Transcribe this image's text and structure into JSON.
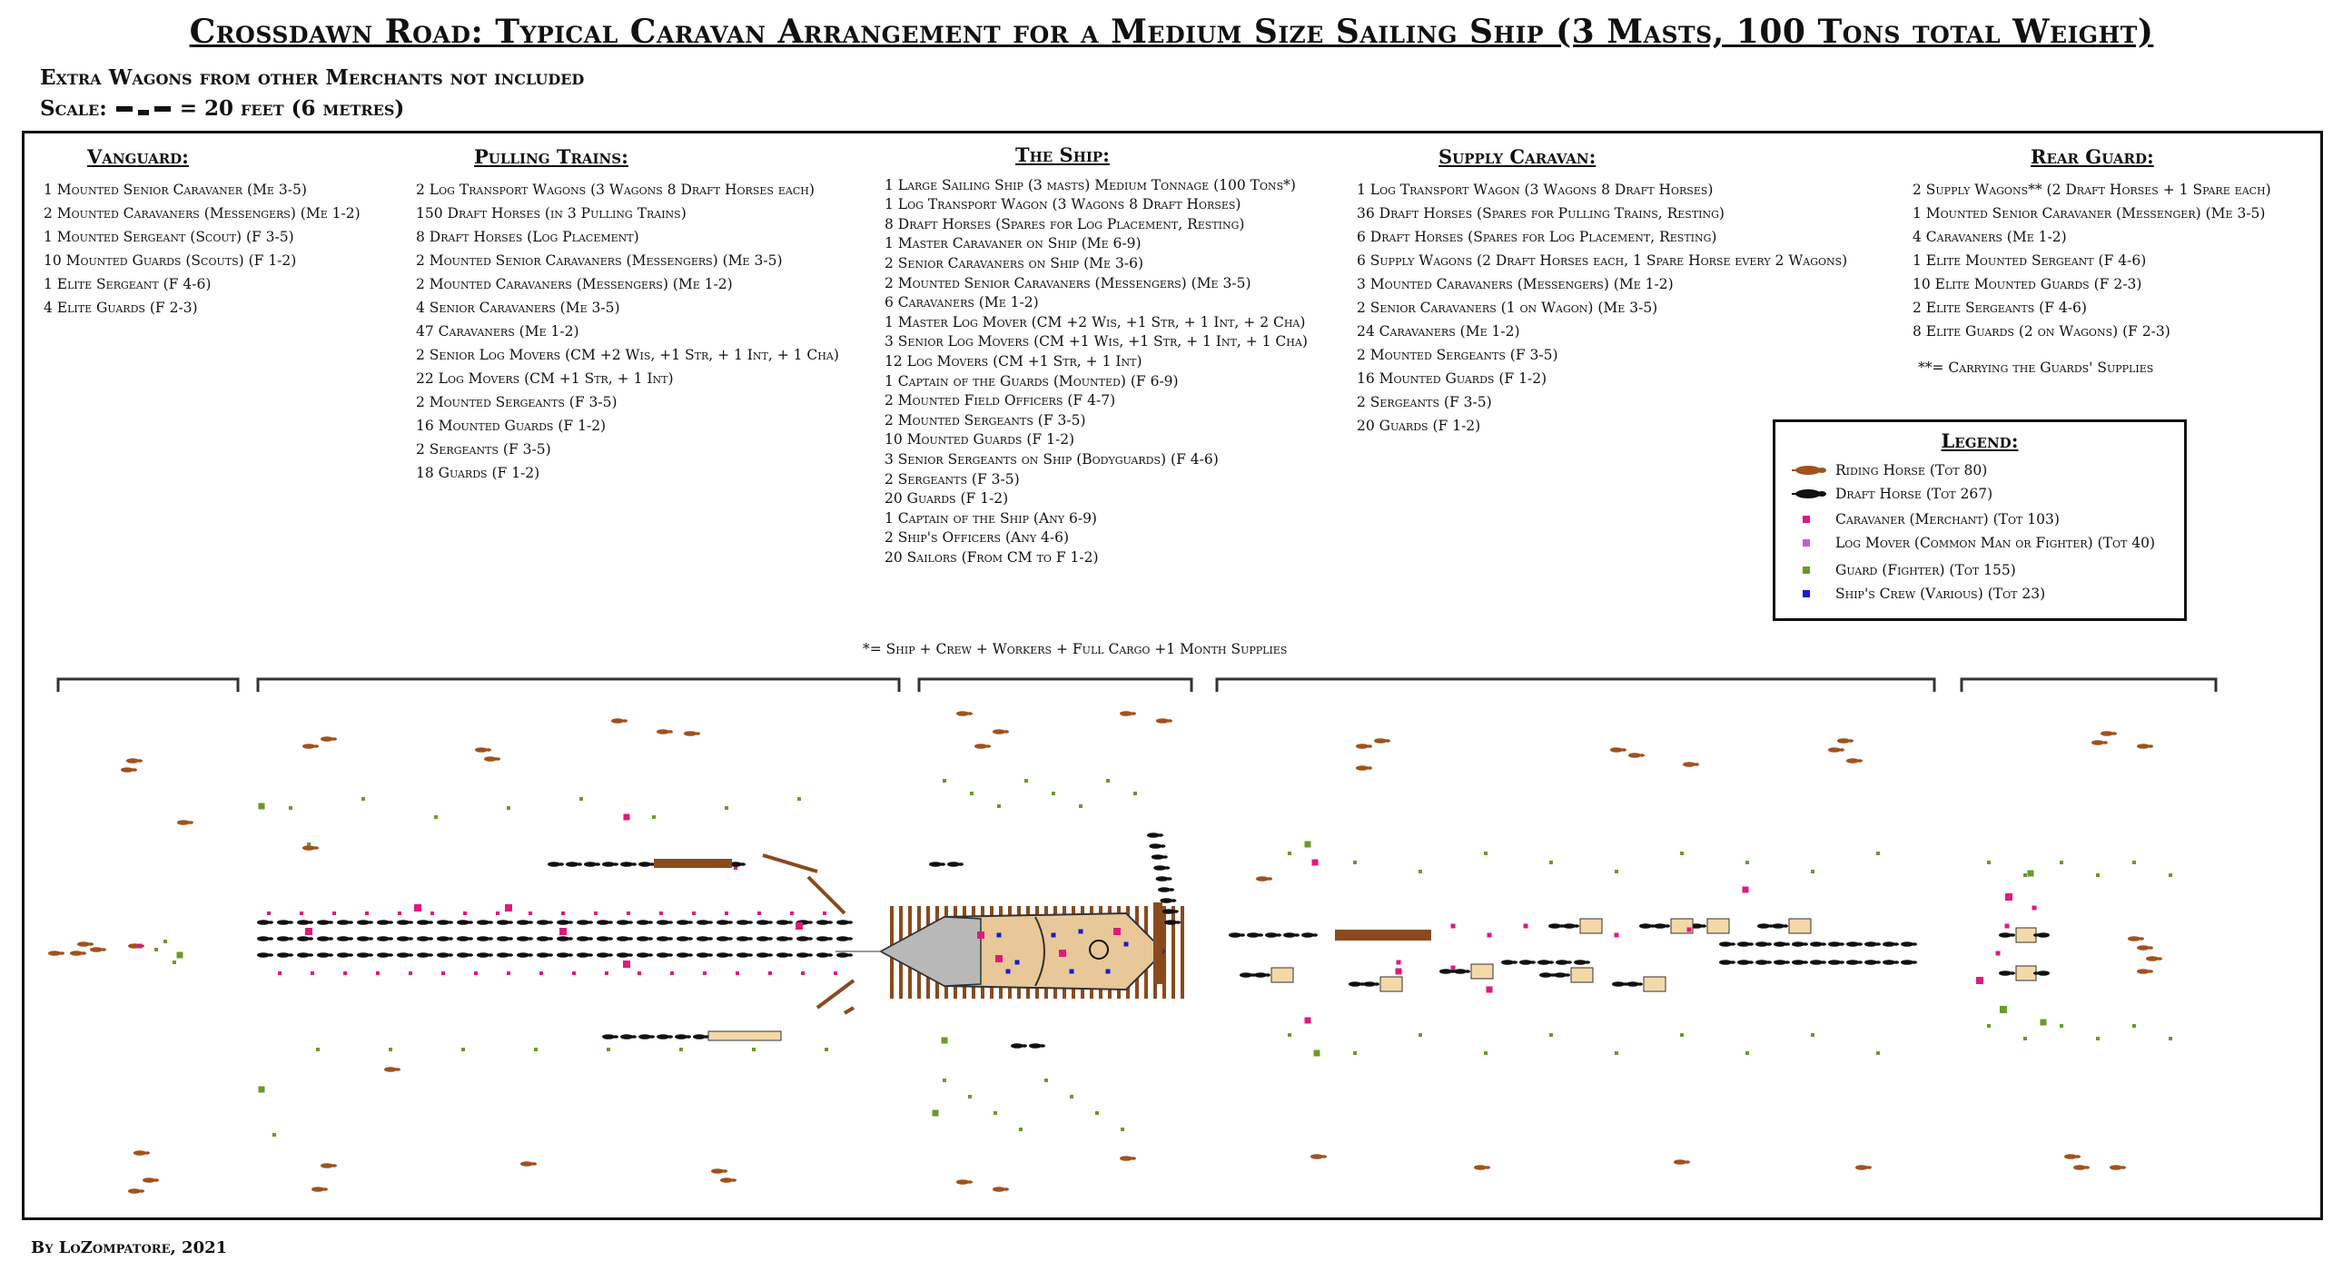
{
  "title": "Crossdawn Road: Typical Caravan Arrangement for a Medium Size Sailing Ship (3 Masts, 100 Tons total Weight)",
  "subtitle": "Extra Wagons from other Merchants not included",
  "scale": {
    "label": "Scale:",
    "value": "= 20 feet (6 metres)"
  },
  "columns": {
    "vanguard": {
      "heading": "Vanguard:",
      "lines": [
        "1 Mounted Senior Caravaner (Me 3-5)",
        "2 Mounted Caravaners (Messengers) (Me 1-2)",
        "1 Mounted Sergeant (Scout) (F 3-5)",
        "10 Mounted Guards (Scouts) (F 1-2)",
        "1 Elite Sergeant (F 4-6)",
        "4 Elite Guards (F 2-3)"
      ]
    },
    "pulling": {
      "heading": "Pulling Trains:",
      "lines": [
        "2 Log Transport Wagons (3 Wagons 8 Draft Horses each)",
        "150 Draft Horses (in 3 Pulling Trains)",
        "8 Draft Horses (Log Placement)",
        "2 Mounted Senior Caravaners (Messengers) (Me 3-5)",
        "2 Mounted Caravaners (Messengers) (Me 1-2)",
        "4 Senior Caravaners (Me 3-5)",
        "47 Caravaners (Me 1-2)",
        "2 Senior Log Movers (CM +2 Wis, +1 Str, + 1 Int, + 1 Cha)",
        "22 Log Movers (CM +1 Str, + 1 Int)",
        "2 Mounted Sergeants (F 3-5)",
        "16 Mounted Guards (F 1-2)",
        "2 Sergeants (F 3-5)",
        "18 Guards (F 1-2)"
      ]
    },
    "ship": {
      "heading": "The Ship:",
      "lines": [
        "1 Large Sailing Ship (3 masts) Medium Tonnage (100 Tons*)",
        "1 Log Transport Wagon (3 Wagons 8 Draft Horses)",
        "8 Draft Horses (Spares for Log Placement, Resting)",
        "1 Master Caravaner on Ship (Me 6-9)",
        "2 Senior Caravaners on Ship (Me 3-6)",
        "2 Mounted Senior Caravaners (Messengers) (Me 3-5)",
        "6 Caravaners (Me 1-2)",
        "1 Master Log Mover (CM +2 Wis, +1 Str, + 1 Int, + 2 Cha)",
        "3 Senior Log Movers (CM +1 Wis, +1 Str, + 1 Int, + 1 Cha)",
        "12 Log Movers (CM +1 Str, + 1 Int)",
        "1 Captain of the Guards (Mounted) (F 6-9)",
        "2 Mounted Field Officers (F 4-7)",
        "2 Mounted Sergeants (F 3-5)",
        "10 Mounted Guards (F 1-2)",
        "3 Senior Sergeants on Ship (Bodyguards) (F 4-6)",
        "2 Sergeants (F 3-5)",
        "20 Guards (F 1-2)",
        "1 Captain of the Ship (Any 6-9)",
        "2 Ship's Officers (Any 4-6)",
        "20 Sailors (From CM to F 1-2)"
      ]
    },
    "supply": {
      "heading": "Supply Caravan:",
      "lines": [
        "1 Log Transport Wagon (3 Wagons 8 Draft Horses)",
        "36 Draft Horses (Spares for Pulling Trains, Resting)",
        "6 Draft Horses (Spares for Log Placement, Resting)",
        "6 Supply Wagons (2 Draft Horses each, 1 Spare Horse every 2 Wagons)",
        "3 Mounted Caravaners (Messengers) (Me 1-2)",
        "2 Senior Caravaners (1 on Wagon) (Me 3-5)",
        "24 Caravaners (Me 1-2)",
        "2 Mounted Sergeants (F 3-5)",
        "16 Mounted Guards (F 1-2)",
        "2 Sergeants (F 3-5)",
        "20 Guards (F 1-2)"
      ]
    },
    "rear": {
      "heading": "Rear Guard:",
      "lines": [
        "2 Supply Wagons** (2 Draft Horses + 1 Spare each)",
        "1 Mounted Senior Caravaner (Messenger) (Me 3-5)",
        "4 Caravaners (Me 1-2)",
        "1 Elite Mounted Sergeant (F 4-6)",
        "10 Elite Mounted Guards (F 2-3)",
        "2 Elite Sergeants (F 4-6)",
        "8 Elite Guards (2 on Wagons) (F 2-3)"
      ]
    }
  },
  "rear_note": "**= Carrying the Guards' Supplies",
  "ship_note": "*= Ship + Crew + Workers + Full Cargo +1 Month Supplies",
  "legend": {
    "heading": "Legend:",
    "items": [
      {
        "label": "Riding Horse (Tot 80)",
        "kind": "horse",
        "color": "#a0521c"
      },
      {
        "label": "Draft Horse (Tot 267)",
        "kind": "horse",
        "color": "#111111"
      },
      {
        "label": "Caravaner (Merchant) (Tot 103)",
        "kind": "dot",
        "color": "#e0197d"
      },
      {
        "label": "Log Mover (Common Man or Fighter) (Tot 40)",
        "kind": "dot",
        "color": "#c060e0"
      },
      {
        "label": "Guard (Fighter) (Tot 155)",
        "kind": "dot",
        "color": "#6a9a2a"
      },
      {
        "label": "Ship's Crew (Various) (Tot 23)",
        "kind": "dot",
        "color": "#1a1ad0"
      }
    ]
  },
  "credit": "By LoZompatore, 2021",
  "colors": {
    "wood": "#8b4a1e",
    "wagon": "#f3d9a8",
    "deck": "#e8c898",
    "hull": "#b8b8b8"
  }
}
